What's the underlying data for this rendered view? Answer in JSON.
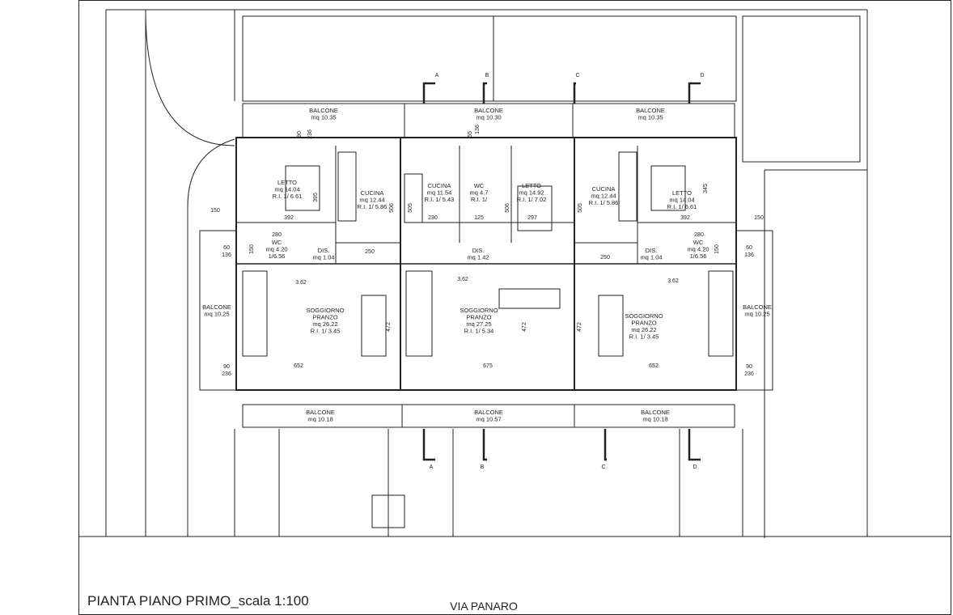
{
  "title": "PIANTA PIANO PRIMO_scala 1:100",
  "street": "VIA PANARO",
  "rooms": [
    {
      "id": "balcone-top-left",
      "lines": [
        "BALCONE",
        "mq 10.35"
      ]
    },
    {
      "id": "balcone-top-center",
      "lines": [
        "BALCONE",
        "mq 10.30"
      ]
    },
    {
      "id": "balcone-top-right",
      "lines": [
        "BALCONE",
        "mq 10.35"
      ]
    },
    {
      "id": "letto-left",
      "lines": [
        "LETTO",
        "mq 14.04",
        "R.I. 1/ 6.61"
      ]
    },
    {
      "id": "cucina-left",
      "lines": [
        "CUCINA",
        "mq 12.44",
        "R.I. 1/ 5.86"
      ]
    },
    {
      "id": "cucina-center",
      "lines": [
        "CUCINA",
        "mq 11.54",
        "R.I. 1/ 5.43"
      ]
    },
    {
      "id": "wc-center",
      "lines": [
        "WC",
        "mq 4.7",
        "R.I. 1/"
      ]
    },
    {
      "id": "letto-center",
      "lines": [
        "LETTO",
        "mq 14.92",
        "R.I. 1/ 7.02"
      ]
    },
    {
      "id": "cucina-right",
      "lines": [
        "CUCINA",
        "mq 12.44",
        "R.I. 1/ 5.86"
      ]
    },
    {
      "id": "letto-right",
      "lines": [
        "LETTO",
        "mq 14.04",
        "R.I. 1/ 6.61"
      ]
    },
    {
      "id": "wc-left",
      "lines": [
        "WC",
        "mq 4.20",
        "1/6.56"
      ]
    },
    {
      "id": "dis-left",
      "lines": [
        "DIS.",
        "mq 1.04"
      ]
    },
    {
      "id": "dis-center",
      "lines": [
        "DIS.",
        "mq 1.42"
      ]
    },
    {
      "id": "dis-right",
      "lines": [
        "DIS.",
        "mq 1.04"
      ]
    },
    {
      "id": "wc-right",
      "lines": [
        "WC",
        "mq 4.20",
        "1/6.56"
      ]
    },
    {
      "id": "balcone-side-left",
      "lines": [
        "BALCONE",
        "mq 10.25"
      ]
    },
    {
      "id": "balcone-side-right",
      "lines": [
        "BALCONE",
        "mq 10.25"
      ]
    },
    {
      "id": "soggiorno-left",
      "lines": [
        "SOGGIORNO",
        "PRANZO",
        "mq 26.22",
        "R.I. 1/ 3.45"
      ]
    },
    {
      "id": "soggiorno-center",
      "lines": [
        "SOGGIORNO",
        "PRANZO",
        "mq 27.25",
        "R.I. 1/ 5.34"
      ]
    },
    {
      "id": "soggiorno-right",
      "lines": [
        "SOGGIORNO",
        "PRANZO",
        "mq 26.22",
        "R.I. 1/ 3.45"
      ]
    },
    {
      "id": "balcone-bottom-left",
      "lines": [
        "BALCONE",
        "mq 10.18"
      ]
    },
    {
      "id": "balcone-bottom-center",
      "lines": [
        "BALCONE",
        "mq 10.57"
      ]
    },
    {
      "id": "balcone-bottom-right",
      "lines": [
        "BALCONE",
        "mq 10.18"
      ]
    }
  ],
  "dimensions": [
    "150",
    "150",
    "392",
    "392",
    "230",
    "125",
    "297",
    "250",
    "250",
    "60",
    "136",
    "60",
    "136",
    "90",
    "236",
    "90",
    "236",
    "652",
    "675",
    "652",
    "472",
    "472",
    "472",
    "506",
    "506",
    "505",
    "505",
    "345",
    "395",
    "280",
    "280",
    "150",
    "150",
    "3.62",
    "3.62",
    "3.62",
    "90",
    "236",
    "55",
    "136"
  ],
  "section_marks": [
    "A",
    "B",
    "C",
    "D",
    "A",
    "B",
    "C",
    "D"
  ]
}
